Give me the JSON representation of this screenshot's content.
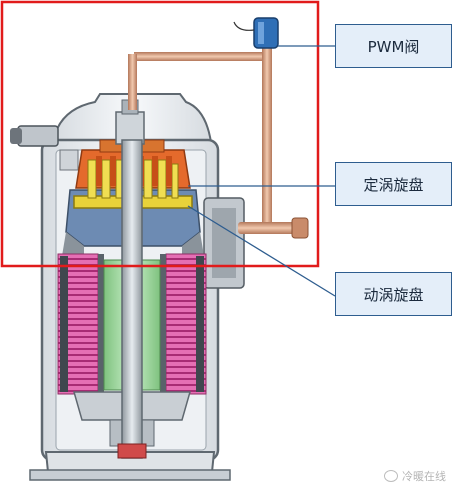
{
  "labels": {
    "pwm_valve": "PWM阀",
    "fixed_scroll": "定涡旋盘",
    "orbiting_scroll": "动涡旋盘"
  },
  "watermark": {
    "text": "冷暖在线",
    "icon": "wechat-icon"
  },
  "colors": {
    "highlight_box": "#e11b1b",
    "callout_bg": "#e4eef9",
    "callout_border": "#2e5d8f",
    "leader_line": "#2e5d8f",
    "shell": "#f2f4f6",
    "shell_outline": "#6d7680",
    "pipe": "#d69a78",
    "pwm_valve": "#2f6fb6",
    "fixed_scroll": "#e46a2c",
    "orbiting_scroll": "#e8d23a",
    "stator_coil": "#d7489a",
    "rotor": "#9bd79b",
    "shaft": "#b9c1c8"
  }
}
